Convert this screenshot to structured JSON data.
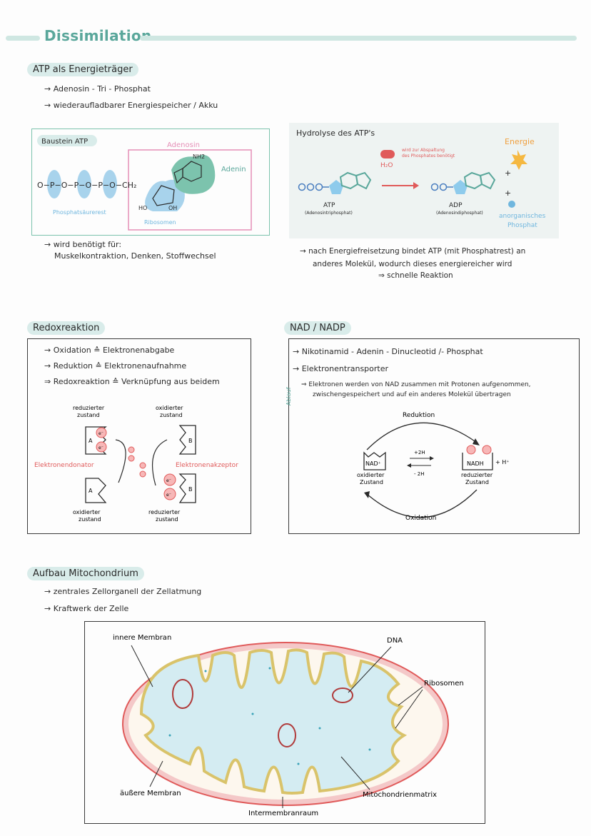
{
  "title": "Dissimilation",
  "atp": {
    "heading": "ATP als Energieträger",
    "bullets": [
      "→ Adenosin - Tri - Phosphat",
      "→ wiederaufladbarer Energiespeicher / Akku"
    ],
    "baustein": {
      "label": "Baustein ATP",
      "adenosin": "Adenosin",
      "adenin": "Adenin",
      "nh2": "NH2",
      "phosphat_label": "Phosphatsäurerest",
      "ribose_label": "Ribosomen",
      "chain": "O−P−O−P−O−P−O−CH₂",
      "ho": "HO",
      "oh": "OH"
    },
    "needed": [
      "→ wird benötigt für:",
      "Muskelkontraktion, Denken, Stoffwechsel"
    ],
    "hydrolyse": {
      "title": "Hydrolyse des ATP's",
      "water_note": [
        "wird zur Abspaltung",
        "des Phosphates benötigt"
      ],
      "h2o": "H₂O",
      "energie": "Energie",
      "atp": "ATP",
      "atp_sub": "(Adenosintriphosphat)",
      "adp": "ADP",
      "adp_sub": "(Adenosindiphosphat)",
      "plus": "+",
      "phosphat": [
        "anorganisches",
        "Phosphat"
      ]
    },
    "hydrolyse_note": [
      "→ nach Energiefreisetzung bindet ATP (mit Phosphatrest) an",
      "anderes Molekül, wodurch dieses energiereicher wird",
      "⇒ schnelle Reaktion"
    ]
  },
  "redox": {
    "heading": "Redoxreaktion",
    "lines": [
      "→ Oxidation ≙ Elektronenabgabe",
      "→ Reduktion ≙ Elektronenaufnahme",
      "⇒ Redoxreaktion ≙ Verknüpfung aus beidem"
    ],
    "reduzierter_zustand": [
      "reduzierter",
      "zustand"
    ],
    "oxidierter_zustand": [
      "oxidierter",
      "zustand"
    ],
    "donator": "Elektronendonator",
    "akzeptor": "Elektronenakzeptor",
    "a": "A",
    "b": "B",
    "e": "e⁻"
  },
  "nad": {
    "heading": "NAD / NADP",
    "lines": [
      "→ Nikotinamid - Adenin - Dinucleotid /- Phosphat",
      "→ Elektronentransporter"
    ],
    "ablauf": "Ablauf",
    "ablauf_text": [
      "⇒ Elektronen werden von NAD zusammen mit Protonen aufgenommen,",
      "zwischengespeichert und auf ein anderes Molekül übertragen"
    ],
    "reduktion": "Reduktion",
    "oxidation": "Oxidation",
    "nad_plus": "NAD⁺",
    "nadh": "NADH",
    "h_plus": "+ H⁺",
    "plus2h": "+2H",
    "minus2h": "- 2H",
    "oxidierter": [
      "oxidierter",
      "Zustand"
    ],
    "reduzierter": [
      "reduzierter",
      "Zustand"
    ]
  },
  "mito": {
    "heading": "Aufbau Mitochondrium",
    "bullets": [
      "→ zentrales Zellorganell der Zellatmung",
      "→ Kraftwerk der Zelle"
    ],
    "labels": {
      "inner": "innere Membran",
      "dna": "DNA",
      "ribosomen": "Ribosomen",
      "outer": "äußere Membran",
      "matrix": "Mitochondrienmatrix",
      "intermembran": "Intermembranraum"
    }
  },
  "colors": {
    "teal": "#5aa79b",
    "pink": "#e58fb7",
    "red": "#e05a5a",
    "blue": "#6fb6de",
    "green": "#7cc3ad",
    "matrix": "#d4ecf2"
  }
}
